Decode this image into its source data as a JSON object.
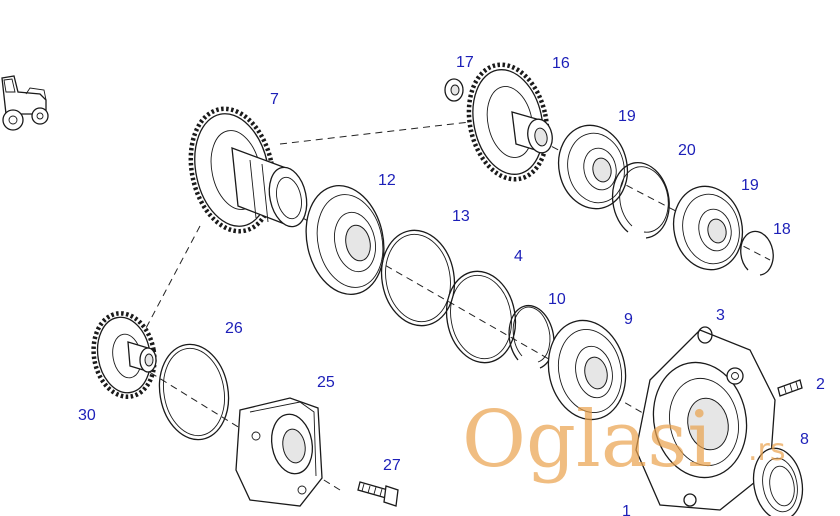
{
  "labels": {
    "l1": "1",
    "l2": "2",
    "l3": "3",
    "l4": "4",
    "l7": "7",
    "l8": "8",
    "l9": "9",
    "l10": "10",
    "l12": "12",
    "l13": "13",
    "l16": "16",
    "l17": "17",
    "l18": "18",
    "l19a": "19",
    "l19b": "19",
    "l20": "20",
    "l25": "25",
    "l26": "26",
    "l27": "27",
    "l30": "30"
  },
  "watermark": {
    "text": "Oglasi",
    "suffix": ".rs"
  },
  "colors": {
    "callout": "#1c1fb8",
    "watermark": "#eaa24d",
    "line": "#1a1a1a"
  },
  "icons": {
    "tractor": "tractor-icon"
  }
}
